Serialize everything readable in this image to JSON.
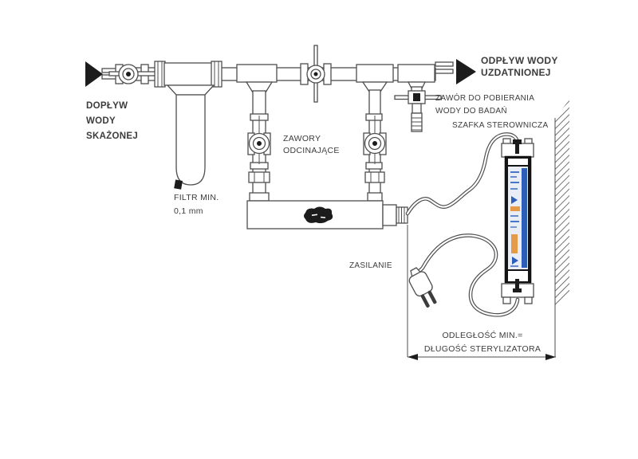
{
  "title": "UV sterilizer installation diagram",
  "labels": {
    "inflow": [
      "DOPŁYW",
      "WODY",
      "SKAŻONEJ"
    ],
    "outflow": [
      "ODPŁYW WODY",
      "UZDATNIONEJ"
    ],
    "filter": [
      "FILTR MIN.",
      "0,1 mm"
    ],
    "shutoff_valves": [
      "ZAWORY",
      "ODCINAJĄCE"
    ],
    "sampling_valve": [
      "ZAWÓR DO POBIERANIA",
      "WODY DO BADAŃ"
    ],
    "control_cabinet": "SZAFKA STEROWNICZA",
    "power": "ZASILANIE",
    "min_distance": [
      "ODLEGŁOŚĆ MIN.=",
      "DŁUGOŚĆ STERYLIZATORA"
    ]
  },
  "colors": {
    "background": "#ffffff",
    "line": "#4f4f4f",
    "text": "#3c3c3c",
    "arrow_fill": "#1c1c1c",
    "cabinet_frame": "#141414",
    "sticker_blue": "#2e5fb8",
    "sticker_light": "#e9eef6",
    "sticker_orange": "#e49a47"
  }
}
